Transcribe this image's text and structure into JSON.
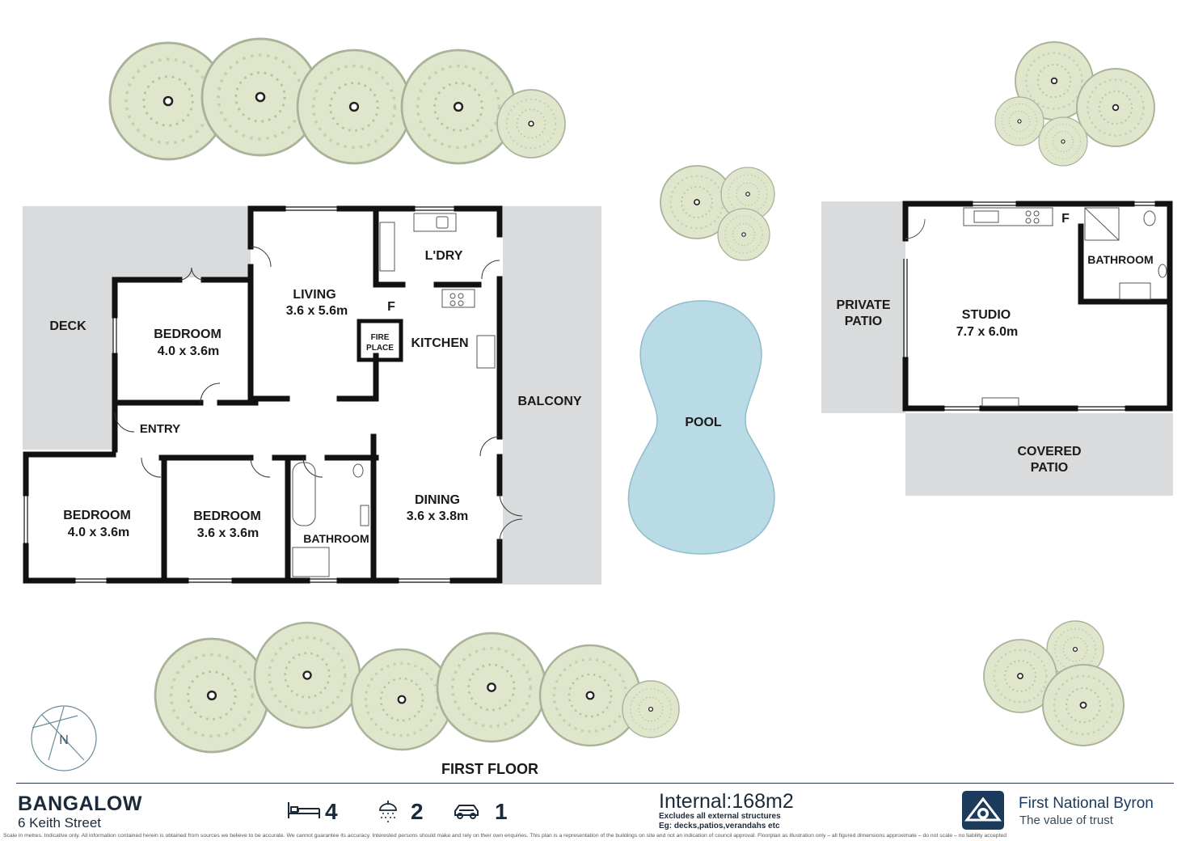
{
  "rooms": {
    "deck": "DECK",
    "living": "LIVING",
    "living_size": "3.6 x 5.6m",
    "laundry": "L'DRY",
    "bedroom1": "BEDROOM",
    "bedroom1_size": "4.0 x 3.6m",
    "fridge": "F",
    "fireplace_1": "FIRE",
    "fireplace_2": "PLACE",
    "kitchen": "KITCHEN",
    "balcony": "BALCONY",
    "entry": "ENTRY",
    "bedroom2": "BEDROOM",
    "bedroom2_size": "4.0 x 3.6m",
    "bedroom3": "BEDROOM",
    "bedroom3_size": "3.6 x 3.6m",
    "bathroom": "BATHROOM",
    "dining": "DINING",
    "dining_size": "3.6 x 3.8m",
    "pool": "POOL",
    "private_patio_1": "PRIVATE",
    "private_patio_2": "PATIO",
    "studio": "STUDIO",
    "studio_size": "7.7 x 6.0m",
    "studio_bathroom": "BATHROOM",
    "studio_fridge": "F",
    "covered_patio_1": "COVERED",
    "covered_patio_2": "PATIO"
  },
  "floor_label": "FIRST FLOOR",
  "compass": "N",
  "footer": {
    "suburb": "BANGALOW",
    "street": "6 Keith Street",
    "beds": "4",
    "baths": "2",
    "cars": "1",
    "internal_label": "Internal:",
    "internal_value": "168m2",
    "excludes_line1": "Excludes all external structures",
    "excludes_line2": "Eg: decks,patios,verandahs etc",
    "brand": "First National Byron",
    "tagline": "The value of trust",
    "disclaimer": "Scale in metres. Indicative only. All information contained herein is obtained from sources we believe to be accurate. We cannot guarantee its accuracy. Interested persons should make and rely on their own enquiries. This plan is a representation of the buildings on site and not an indication of council approval. Floorplan as illustration only – all figured dimensions approximate – do not scale – no liability accepted"
  },
  "icons": [
    "bed-icon",
    "shower-icon",
    "car-icon",
    "first-national-logo",
    "north-compass-icon",
    "tree-icon"
  ],
  "colors": {
    "wall": "#111111",
    "outdoor": "#d9dbdc",
    "pool": "#b9dbe6",
    "tree": "#dfe6cb",
    "tree_dark": "#c9d4b2",
    "brand": "#1b3a5c"
  }
}
